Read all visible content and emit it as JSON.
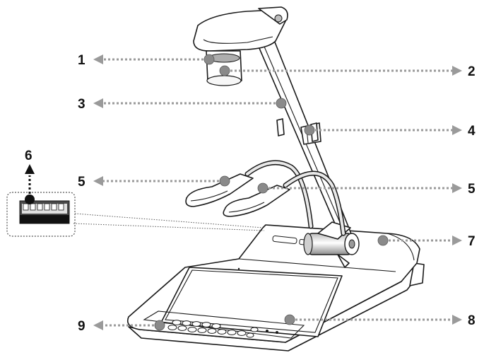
{
  "diagram": {
    "callouts": [
      {
        "id": "1",
        "label": "1"
      },
      {
        "id": "2",
        "label": "2"
      },
      {
        "id": "3",
        "label": "3"
      },
      {
        "id": "4",
        "label": "4"
      },
      {
        "id": "5a",
        "label": "5"
      },
      {
        "id": "5b",
        "label": "5"
      },
      {
        "id": "6",
        "label": "6"
      },
      {
        "id": "7",
        "label": "7"
      },
      {
        "id": "8",
        "label": "8"
      },
      {
        "id": "9",
        "label": "9"
      }
    ],
    "colors": {
      "leader": "#9a9a9a",
      "outline": "#1a1a1a",
      "shade": "#6e6e6e",
      "highlight": "#e8e8e8"
    }
  }
}
